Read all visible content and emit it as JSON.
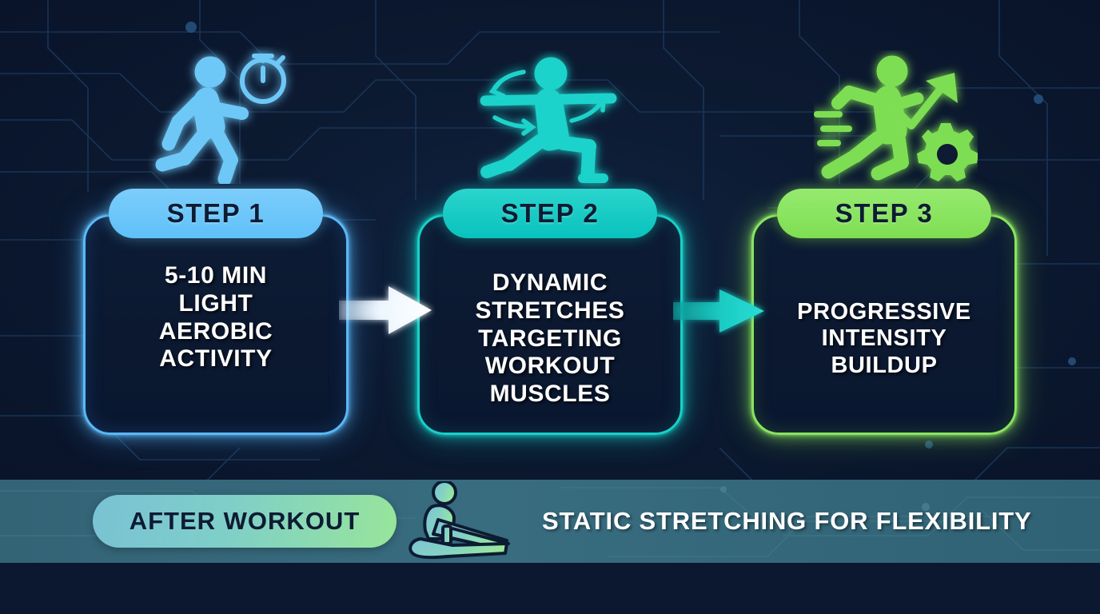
{
  "background": {
    "base_color": "#0c1a31",
    "pattern": "circuit-traces"
  },
  "steps": [
    {
      "id": "step1",
      "pill_label": "STEP 1",
      "pill_color": "#6cc4fa",
      "border_color": "#5bb8f5",
      "icon_name": "running-person-stopwatch-icon",
      "icon_color": "#6ec8f7",
      "lines": [
        "5-10 MIN",
        "LIGHT",
        "AEROBIC",
        "ACTIVITY"
      ]
    },
    {
      "id": "step2",
      "pill_label": "STEP 2",
      "pill_color": "#17c9c4",
      "border_color": "#18d0c8",
      "icon_name": "dynamic-stretch-lunge-icon",
      "icon_color": "#1fd3cb",
      "lines": [
        "DYNAMIC",
        "STRETCHES",
        "TARGETING",
        "WORKOUT",
        "MUSCLES"
      ]
    },
    {
      "id": "step3",
      "pill_label": "STEP 3",
      "pill_color": "#84e060",
      "border_color": "#8ae45f",
      "icon_name": "sprinting-person-arrow-gear-icon",
      "icon_color": "#7ede52",
      "lines": [
        "PROGRESSIVE",
        "INTENSITY",
        "BUILDUP"
      ]
    }
  ],
  "connectors": [
    {
      "id": "arrow-1-2",
      "name": "arrow-step1-to-step2",
      "color": "#ffffff"
    },
    {
      "id": "arrow-2-3",
      "name": "arrow-step2-to-step3",
      "color": "#18d0c8"
    }
  ],
  "banner": {
    "pill_label": "AFTER WORKOUT",
    "pill_gradient_from": "#79c2d4",
    "pill_gradient_to": "#98e59a",
    "icon_name": "seated-forward-fold-stretch-icon",
    "caption": "STATIC STRETCHING FOR FLEXIBILITY",
    "background_color": "#35697d"
  }
}
